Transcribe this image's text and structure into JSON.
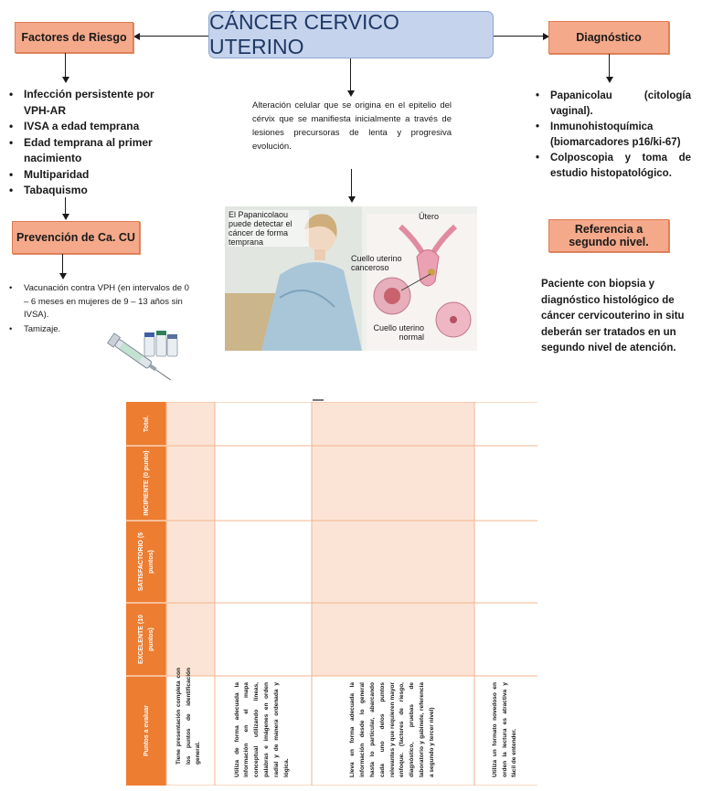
{
  "title": "CÁNCER CERVICO UTERINO",
  "risk": {
    "label": "Factores de Riesgo",
    "items": [
      "Infección persistente por VPH-AR",
      "IVSA a edad temprana",
      "Edad temprana al primer nacimiento",
      "Multiparidad",
      "Tabaquismo"
    ]
  },
  "prevention": {
    "label": "Prevención de Ca. CU",
    "items": [
      "Vacunación contra VPH (en intervalos de 0 – 6 meses en mujeres de 9 – 13 años sin IVSA).",
      "Tamizaje."
    ]
  },
  "definition": "Alteración celular que se origina en el epitelio del cérvix que se manifiesta inicialmente a través de lesiones precursoras de lenta y progresiva evolución.",
  "image": {
    "caption": "El Papanicolaou puede detectar el cáncer de forma temprana",
    "uterus": "Útero",
    "cancerous": "Cuello uterino canceroso",
    "normal": "Cuello uterino normal"
  },
  "diagnosis": {
    "label": "Diagnóstico",
    "items": [
      "Papanicolau (citología vaginal).",
      "Inmunohistoquímica (biomarcadores p16/ki-67)",
      "Colposcopia y toma de estudio histopatológico."
    ]
  },
  "referral": {
    "label": "Referencia a segundo nivel.",
    "text": "Paciente con biopsia y diagnóstico histológico de cáncer cervicouterino in situ deberán ser tratados en un segundo nivel de atención."
  },
  "rubric": {
    "headers": {
      "points": "Puntos a evaluar",
      "excellent": "EXCELENTE (10 puntos)",
      "satisfactory": "SATISFACTORIO (5 puntos)",
      "incipient": "INCIPIENTE (0 punto)",
      "total": "Total."
    },
    "criteria": [
      "Tiene presentación completa con los puntos de identificación general.",
      "Utiliza de forma adecuada la información en el mapa conceptual utilizando líneas, palabras e imágenes en orden radial y de manera ordenada y lógica.",
      "Lleva en forma adecuada la información desde lo general hasta lo particular, abarcando cada uno delos puntos relevantes y que requieren mayor enfoque. (factores de riesgo, diagnóstico, pruebas de laboratorio y gabinete, referencia a segundo y tercer nivel)",
      "Utiliza un formato novedoso en orden la lectura es atractiva y fácil de entender."
    ]
  },
  "colors": {
    "accent_orange": "#ed7d31",
    "box_orange": "#f4a98a",
    "title_blue": "#c5d3ec",
    "cell_peach": "#fbe4d5"
  }
}
